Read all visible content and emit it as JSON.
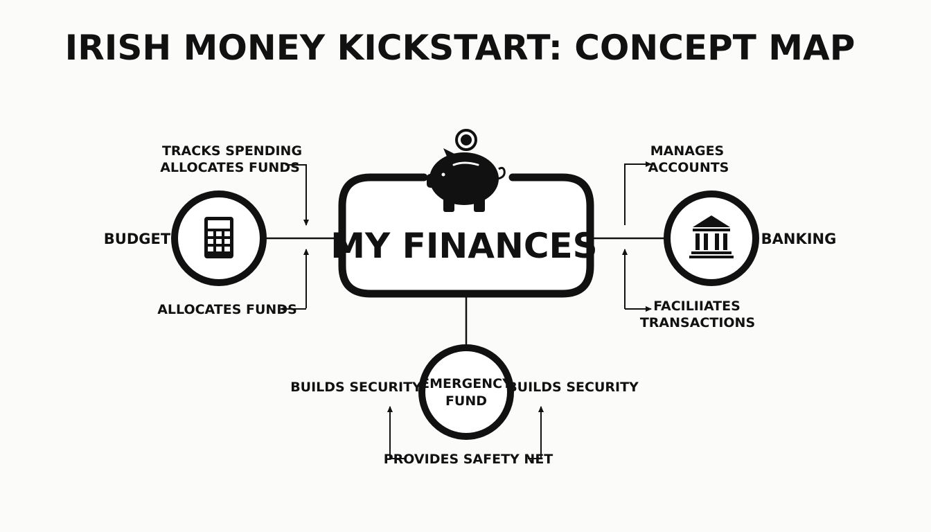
{
  "title": "IRISH MONEY KICKSTART: CONCEPT MAP",
  "center": {
    "label": "MY FINANCES",
    "icon": "piggy-bank-icon"
  },
  "nodes": {
    "budget": {
      "label": "BUDGET",
      "icon": "calculator-icon"
    },
    "banking": {
      "label": "BANKING",
      "icon": "bank-building-icon"
    },
    "emergency_fund": {
      "line1": "EMERGENCY",
      "line2": "FUND"
    }
  },
  "links": {
    "budget_top": {
      "line1": "TRACKS SPENDING",
      "line2": "ALLOCATES FUNDS"
    },
    "budget_bottom": {
      "line1": "ALLOCATES FUNDS"
    },
    "banking_top": {
      "line1": "MANAGES",
      "line2": "ACCOUNTS"
    },
    "banking_bottom": {
      "line1": "FACILIIATES",
      "line2": "TRANSACTIONS"
    },
    "emergency_left": {
      "line1": "BUILDS SECURITY"
    },
    "emergency_right": {
      "line1": "BUILDS SECURITY"
    },
    "emergency_bottom": {
      "line1": "PROVIDES SAFETY NET"
    }
  },
  "colors": {
    "ink": "#111111",
    "background": "#fbfbfa"
  }
}
